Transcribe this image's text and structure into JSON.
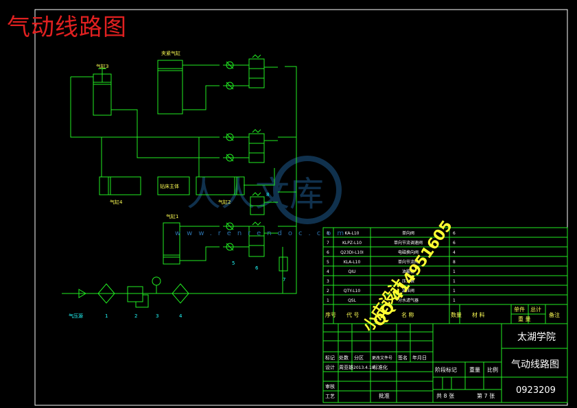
{
  "drawing_title": "气动线路图",
  "labels": {
    "cyl_clamp": "夹紧气缸",
    "cyl3": "气缸3",
    "cyl4": "气缸4",
    "cyl2": "气缸2",
    "cyl1": "气缸1",
    "machine": "钻床主体",
    "source": "气压源",
    "n1": "1",
    "n2": "2",
    "n3": "3",
    "n4": "4",
    "n5": "5",
    "n6": "6",
    "n7": "7",
    "n8": "8"
  },
  "watermark": {
    "logo_text": "人人文库",
    "url": "www.renrendoc.com"
  },
  "overlay": {
    "line1": "小庄设计",
    "line2": "QQ 414951605"
  },
  "bom": {
    "rows": [
      {
        "no": "8",
        "code": "KA-L10",
        "name": "单向阀",
        "qty": "6"
      },
      {
        "no": "7",
        "code": "KLPZ-L10",
        "name": "单向节流调速阀",
        "qty": "6"
      },
      {
        "no": "6",
        "code": "Q23DI-L10I",
        "name": "电磁换向阀",
        "qty": "4"
      },
      {
        "no": "5",
        "code": "KLA-L10",
        "name": "单向节流阀",
        "qty": "8"
      },
      {
        "no": "4",
        "code": "QIU",
        "name": "油雾器",
        "qty": "1"
      },
      {
        "no": "3",
        "code": "",
        "name": "压力表",
        "qty": "1"
      },
      {
        "no": "2",
        "code": "QTY-L10",
        "name": "减压阀",
        "qty": "1"
      },
      {
        "no": "1",
        "code": "QSL",
        "name": "分水滤气器",
        "qty": "1"
      }
    ],
    "header": {
      "no": "序号",
      "code": "代 号",
      "name": "名 称",
      "qty": "数量",
      "material": "材  料",
      "unit_weight": "单件",
      "total_weight": "总计",
      "weight": "重 量",
      "remark": "备注"
    }
  },
  "title_block": {
    "school": "太湖学院",
    "drawing_name": "气动线路图",
    "drawing_no": "0923209",
    "rev_headers": [
      "标记",
      "处数",
      "分区",
      "更改文件号",
      "签名",
      "年月日"
    ],
    "design_label": "设计",
    "designer": "周亚雄",
    "design_date": "2013.4.18",
    "standardize_label": "标准化",
    "review_label": "审核",
    "process_label": "工艺",
    "approve_label": "批准",
    "stage_label": "阶段标记",
    "weight_label": "重量",
    "scale_label": "比例",
    "sheets_total": "共 8 张",
    "sheet_no": "第 7 张"
  }
}
